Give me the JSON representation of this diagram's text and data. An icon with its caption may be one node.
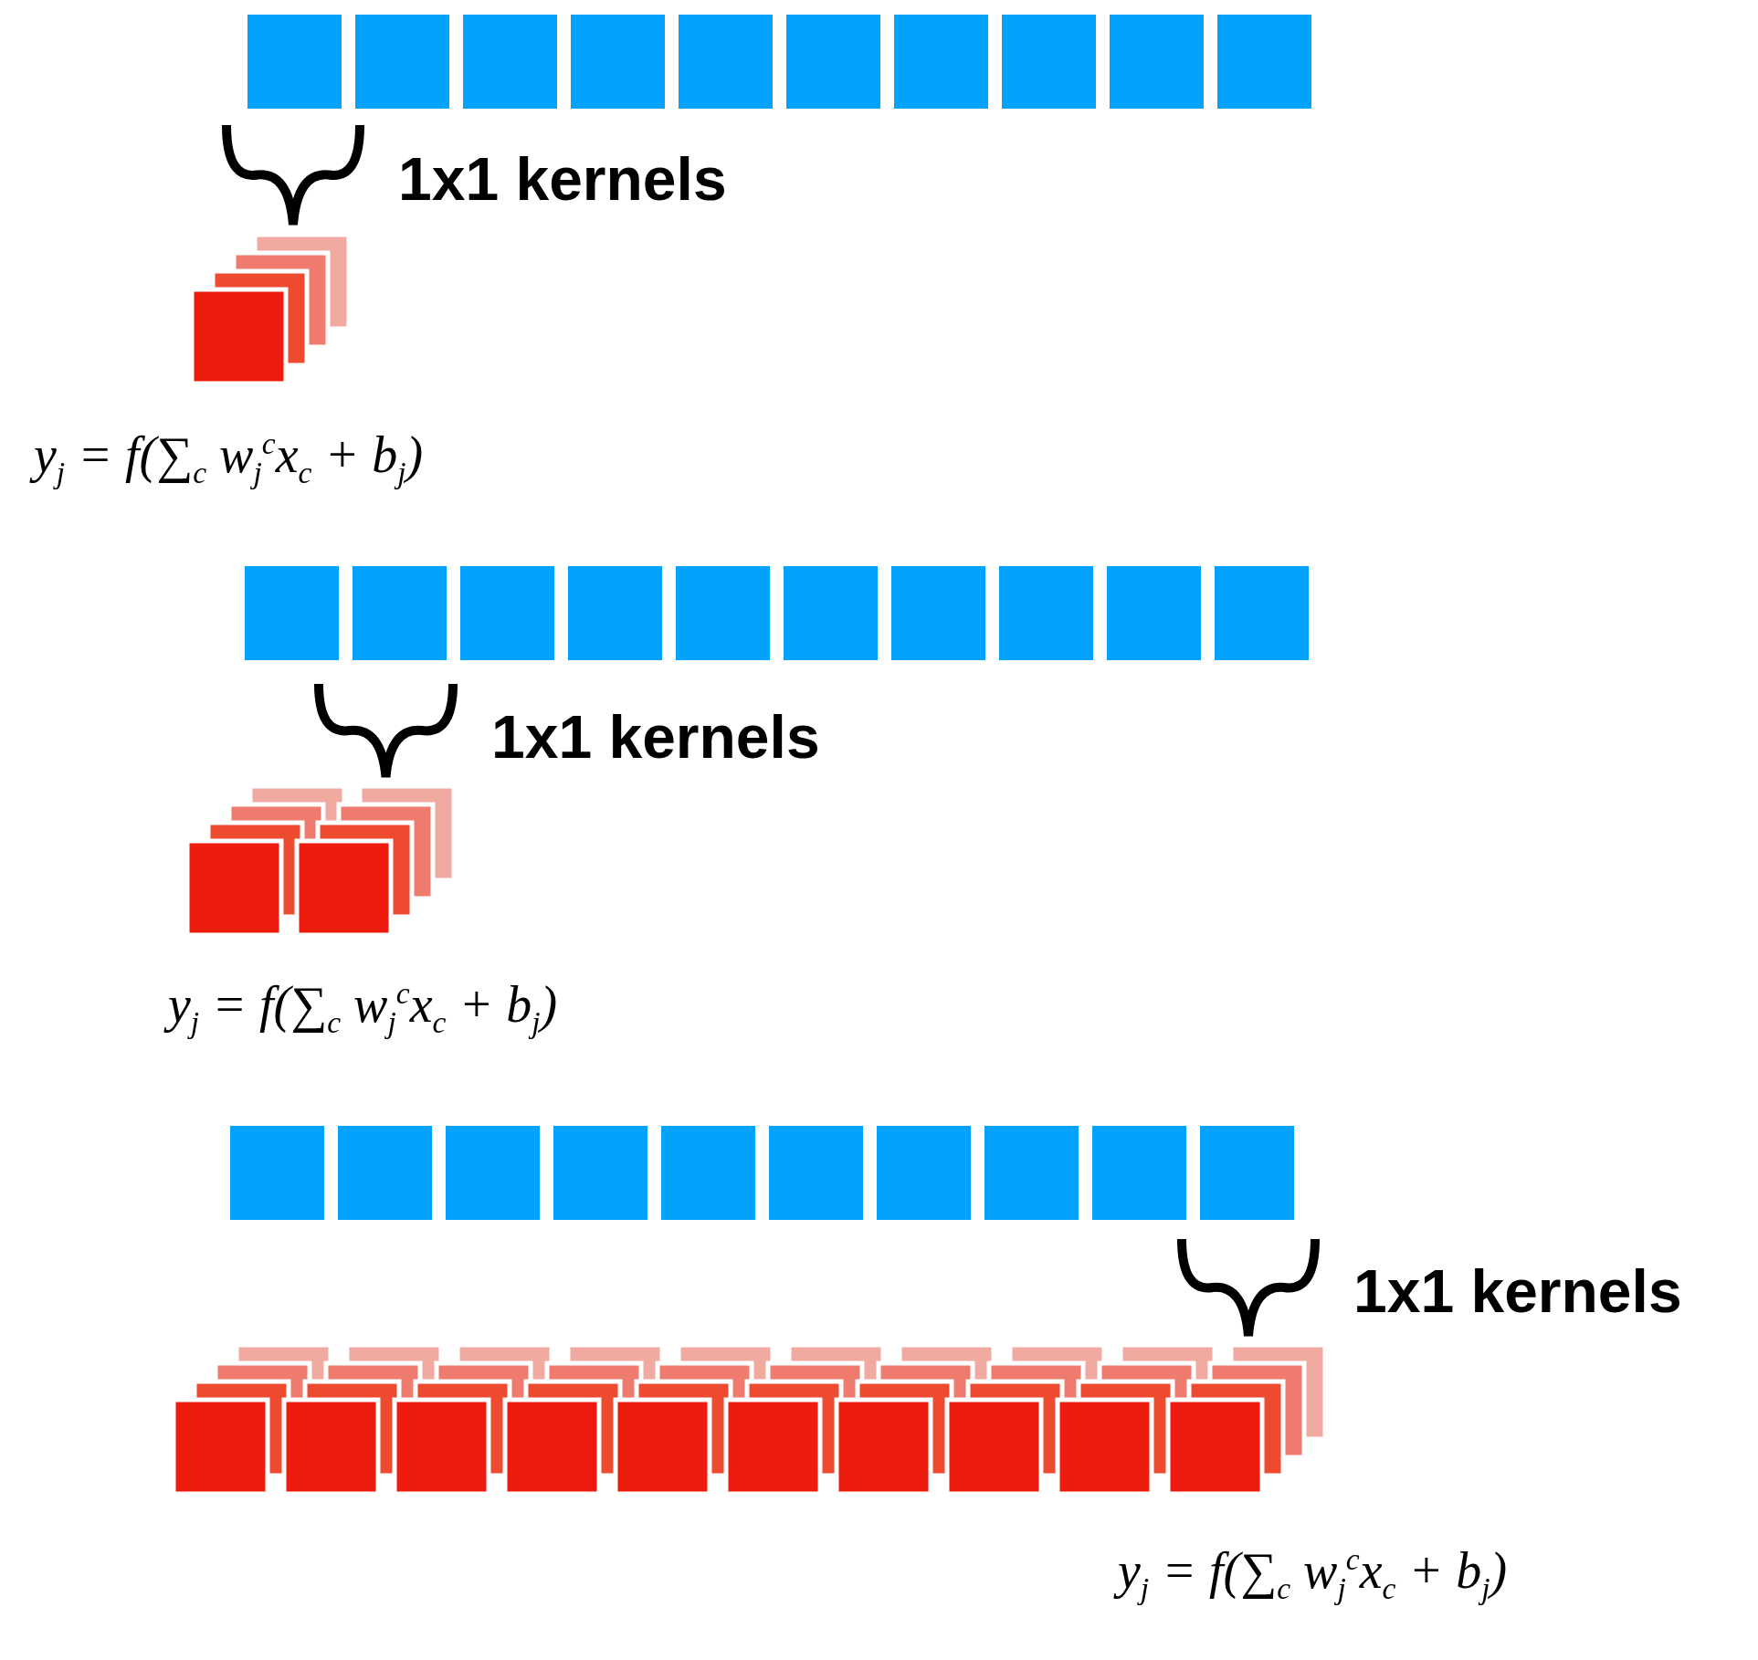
{
  "diagram": {
    "labels": [
      "1x1 kernels",
      "y$_{j}$ = f(∑$_{c}$ w$_{j}$$^{c}$x$_{c}$ + b$_{j}$)",
      "1x1 kernels",
      "y$_{j}$ = f(∑$_{c}$ w$_{j}$$^{c}$x$_{c}$ + b$_{j}$)",
      "1x1 kernels",
      "y$_{j}$ = f(∑$_{c}$ w$_{j}$$^{c}$x$_{c}$ + b$_{j}$)"
    ]
  }
}
